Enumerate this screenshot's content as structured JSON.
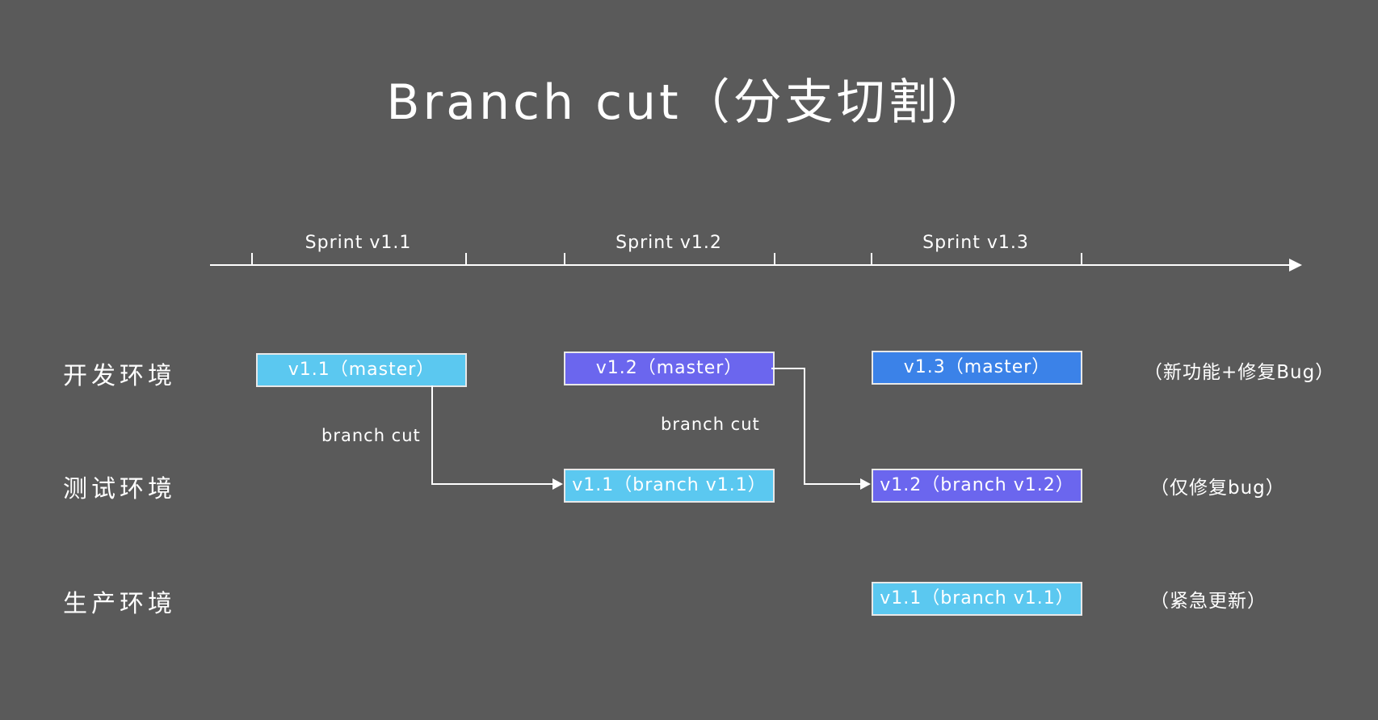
{
  "diagram": {
    "title": "Branch cut（分支切割）",
    "background_color": "#5a5a5a",
    "text_color": "#ffffff",
    "timeline": {
      "sprints": [
        {
          "label": "Sprint v1.1"
        },
        {
          "label": "Sprint v1.2"
        },
        {
          "label": "Sprint v1.3"
        }
      ]
    },
    "rows": [
      {
        "label": "开发环境",
        "annotation": "（新功能+修复Bug）"
      },
      {
        "label": "测试环境",
        "annotation": "（仅修复bug）"
      },
      {
        "label": "生产环境",
        "annotation": "（紧急更新）"
      }
    ],
    "boxes": {
      "dev_v11": {
        "text": "v1.1（master）",
        "color": "#5bc8f0"
      },
      "dev_v12": {
        "text": "v1.2（master）",
        "color": "#6b66ee"
      },
      "dev_v13": {
        "text": "v1.3（master）",
        "color": "#3b82e8"
      },
      "test_v11": {
        "text": "v1.1（branch v1.1）",
        "color": "#5bc8f0"
      },
      "test_v12": {
        "text": "v1.2（branch v1.2）",
        "color": "#6b66ee"
      },
      "prod_v11": {
        "text": "v1.1（branch v1.1）",
        "color": "#5bc8f0"
      }
    },
    "connectors": [
      {
        "label": "branch cut"
      },
      {
        "label": "branch cut"
      }
    ]
  }
}
